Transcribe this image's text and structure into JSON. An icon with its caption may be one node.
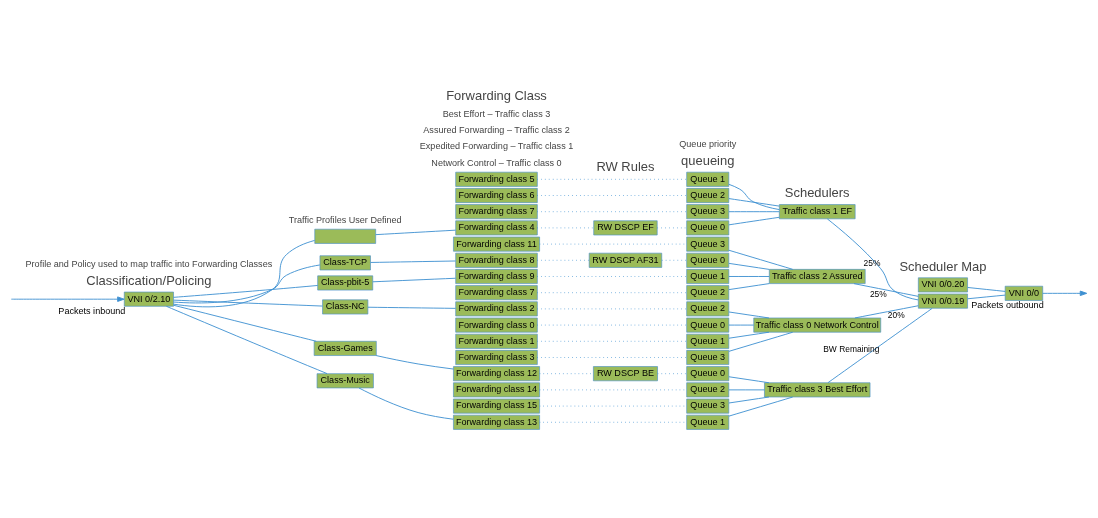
{
  "diagram": {
    "nodes": [
      {
        "text": [
          "VNI 0/2.10"
        ],
        "beside": [
          "Packets inbound"
        ]
      },
      {
        "text": [
          "Class-NC"
        ]
      },
      {
        "text": [
          "Class-TCP"
        ]
      },
      {
        "text": [
          "Class-pbit-5"
        ]
      },
      {
        "text": [],
        "shape": "box"
      },
      {
        "text": [
          "Class-Games"
        ]
      },
      {
        "text": [
          "Class-Music"
        ]
      },
      {
        "text": [
          "Forwarding class 0"
        ]
      },
      {
        "text": [
          "Forwarding class 1"
        ]
      },
      {
        "text": [
          "Forwarding class 2"
        ]
      },
      {
        "text": [
          "Forwarding class 3"
        ]
      },
      {
        "text": [
          "Forwarding class 4"
        ]
      },
      {
        "text": [
          "Forwarding class 5"
        ]
      },
      {
        "text": [
          "Forwarding class 6"
        ]
      },
      {
        "text": [
          "Forwarding class 7"
        ]
      },
      {
        "text": [
          "Forwarding class 8"
        ]
      },
      {
        "text": [
          "Forwarding class 9"
        ]
      },
      {
        "text": [
          "Forwarding class 7"
        ]
      },
      {
        "text": [
          "Forwarding class 11"
        ]
      },
      {
        "text": [
          "Forwarding class 12"
        ]
      },
      {
        "text": [
          "Forwarding class 13"
        ]
      },
      {
        "text": [
          "Forwarding class 14"
        ]
      },
      {
        "text": [
          "Forwarding class 15"
        ]
      },
      {
        "text": [
          "RW DSCP EF"
        ]
      },
      {
        "text": [
          "RW DSCP AF31"
        ]
      },
      {
        "text": [
          "RW DSCP BE"
        ]
      },
      {
        "text": [
          "Queue 0"
        ]
      },
      {
        "text": [
          "Queue 1"
        ]
      },
      {
        "text": [
          "Queue 2"
        ]
      },
      {
        "text": [
          "Queue 3"
        ]
      },
      {
        "text": [
          "Queue 0"
        ]
      },
      {
        "text": [
          "Queue 1"
        ]
      },
      {
        "text": [
          "Queue 2"
        ]
      },
      {
        "text": [
          "Queue 3"
        ]
      },
      {
        "text": [
          "Queue 0"
        ]
      },
      {
        "text": [
          "Queue 1"
        ]
      },
      {
        "text": [
          "Queue 2"
        ]
      },
      {
        "text": [
          "Queue 3"
        ]
      },
      {
        "text": [
          "Queue 0"
        ]
      },
      {
        "text": [
          "Queue 1"
        ]
      },
      {
        "text": [
          "Queue 2"
        ]
      },
      {
        "text": [
          "Queue 3"
        ]
      },
      {
        "text": [
          "Traffic class 0 Network Control"
        ]
      },
      {
        "text": [
          "Traffic class 1 EF"
        ]
      },
      {
        "text": [
          "Traffic class 2 Assured"
        ]
      },
      {
        "text": [
          "Traffic class 3 Best Effort"
        ]
      },
      {
        "text": [
          "VNI 0/0.19"
        ]
      },
      {
        "text": [
          "VNI 0/0.20"
        ]
      },
      {
        "text": [
          "VNI 0/0"
        ],
        "beside": [
          "Packets outbound"
        ]
      }
    ],
    "edges": [
      {
        "from": null,
        "to": 0,
        "arrow": "to"
      },
      {
        "from": 0,
        "to": 1,
        "arrow": "none"
      },
      {
        "from": 0,
        "to": 2,
        "arrow": "none"
      },
      {
        "from": 0,
        "to": 3,
        "arrow": "none"
      },
      {
        "from": 0,
        "to": 4,
        "arrow": "none"
      },
      {
        "from": 0,
        "to": 5,
        "arrow": "none"
      },
      {
        "from": 0,
        "to": 6,
        "arrow": "none"
      },
      {
        "from": 1,
        "to": 9,
        "arrow": "none"
      },
      {
        "from": 2,
        "to": 15,
        "arrow": "none"
      },
      {
        "from": 3,
        "to": 16,
        "arrow": "none"
      },
      {
        "from": 4,
        "to": 11,
        "arrow": "none"
      },
      {
        "from": 5,
        "to": 19,
        "arrow": "none"
      },
      {
        "from": 6,
        "to": 20,
        "arrow": "none"
      },
      {
        "from": 7,
        "to": 26,
        "arrow": "none",
        "style": "dashed"
      },
      {
        "from": 8,
        "to": 27,
        "arrow": "none",
        "style": "dashed"
      },
      {
        "from": 9,
        "to": 28,
        "arrow": "none",
        "style": "dashed"
      },
      {
        "from": 10,
        "to": 29,
        "arrow": "none",
        "style": "dashed"
      },
      {
        "from": 11,
        "to": 23,
        "arrow": "none",
        "style": "dashed"
      },
      {
        "from": 23,
        "to": 30,
        "arrow": "none",
        "style": "dashed"
      },
      {
        "from": 12,
        "to": 31,
        "arrow": "none",
        "style": "dashed"
      },
      {
        "from": 13,
        "to": 32,
        "arrow": "none",
        "style": "dashed"
      },
      {
        "from": 14,
        "to": 33,
        "arrow": "none",
        "style": "dashed"
      },
      {
        "from": 15,
        "to": 24,
        "arrow": "none",
        "style": "dashed"
      },
      {
        "from": 24,
        "to": 34,
        "arrow": "none",
        "style": "dashed"
      },
      {
        "from": 16,
        "to": 35,
        "arrow": "none",
        "style": "dashed"
      },
      {
        "from": 17,
        "to": 36,
        "arrow": "none",
        "style": "dashed"
      },
      {
        "from": 18,
        "to": 37,
        "arrow": "none",
        "style": "dashed"
      },
      {
        "from": 19,
        "to": 25,
        "arrow": "none",
        "style": "dashed"
      },
      {
        "from": 25,
        "to": 38,
        "arrow": "none",
        "style": "dashed"
      },
      {
        "from": 20,
        "to": 39,
        "arrow": "none",
        "style": "dashed"
      },
      {
        "from": 21,
        "to": 40,
        "arrow": "none",
        "style": "dashed"
      },
      {
        "from": 22,
        "to": 41,
        "arrow": "none",
        "style": "dashed"
      },
      {
        "from": 26,
        "to": 42,
        "arrow": "none"
      },
      {
        "from": 27,
        "to": 42,
        "arrow": "none"
      },
      {
        "from": 28,
        "to": 42,
        "arrow": "none"
      },
      {
        "from": 29,
        "to": 42,
        "arrow": "none"
      },
      {
        "from": 30,
        "to": 43,
        "arrow": "none"
      },
      {
        "from": 31,
        "to": 43,
        "arrow": "none"
      },
      {
        "from": 32,
        "to": 43,
        "arrow": "none"
      },
      {
        "from": 33,
        "to": 43,
        "arrow": "none"
      },
      {
        "from": 34,
        "to": 44,
        "arrow": "none"
      },
      {
        "from": 35,
        "to": 44,
        "arrow": "none"
      },
      {
        "from": 36,
        "to": 44,
        "arrow": "none"
      },
      {
        "from": 37,
        "to": 44,
        "arrow": "none"
      },
      {
        "from": 38,
        "to": 45,
        "arrow": "none"
      },
      {
        "from": 39,
        "to": 45,
        "arrow": "none"
      },
      {
        "from": 40,
        "to": 45,
        "arrow": "none"
      },
      {
        "from": 41,
        "to": 45,
        "arrow": "none"
      },
      {
        "from": 42,
        "to": 46,
        "arrow": "none",
        "label": "20%"
      },
      {
        "from": 43,
        "to": 46,
        "arrow": "none",
        "label": "25%"
      },
      {
        "from": 44,
        "to": 46,
        "arrow": "none",
        "label": "25%"
      },
      {
        "from": 45,
        "to": 46,
        "arrow": "none",
        "label": "BW Remaining"
      },
      {
        "from": 46,
        "to": 48,
        "arrow": "none"
      },
      {
        "from": 47,
        "to": 48,
        "arrow": "none"
      },
      {
        "from": 48,
        "to": null,
        "arrow": "to"
      }
    ],
    "labels": [
      "Network Control – Traffic class 0",
      "Schedulers",
      "queueing",
      "Queue priority",
      "Scheduler Map",
      "Traffic Profiles User Defined",
      "Expedited Forwarding – Traffic class 1",
      "Assured Forwarding – Traffic class 2",
      "Classification/Policing",
      "Profile and Policy used to map traffic into Forwarding Classes",
      "Best Effort – Traffic class 3",
      "RW Rules",
      "Forwarding Class"
    ]
  }
}
